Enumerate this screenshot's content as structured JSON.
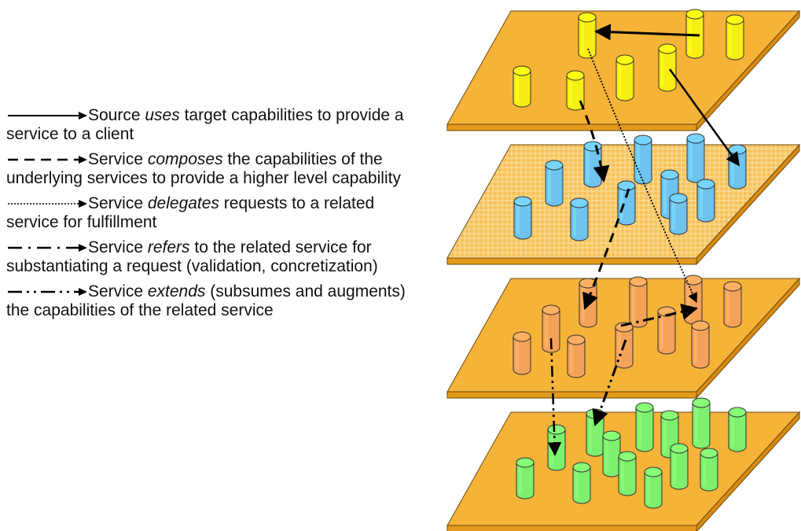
{
  "legend": {
    "uses": {
      "pre": "Source ",
      "verb": "uses",
      "post": " target capabilities to provide a service to a client"
    },
    "composes": {
      "pre": "Service ",
      "verb": "composes",
      "post": " the capabilities of the underlying services to provide a higher level capability"
    },
    "delegates": {
      "pre": "Service ",
      "verb": "delegates",
      "post": " requests to a related service for fulfillment"
    },
    "refers": {
      "pre": "Service ",
      "verb": "refers",
      "post": " to the related service for substantiating a request (validation, concretization)"
    },
    "extends": {
      "pre": "Service ",
      "verb": "extends",
      "post": " (subsumes and augments) the capabilities of the related service"
    }
  },
  "colors": {
    "layer_top": "#f5b338",
    "layer_edge_front": "#e49a1c",
    "layer_edge_side": "#d98b10",
    "cyl_yellow": "#f7ef14",
    "cyl_blue": "#6ec3ef",
    "cyl_orange": "#f4a25a",
    "cyl_green": "#7ef06e",
    "arrow": "#000000"
  },
  "icons": {
    "layer": "service-layer-platform-icon",
    "service": "service-cylinder-icon"
  }
}
